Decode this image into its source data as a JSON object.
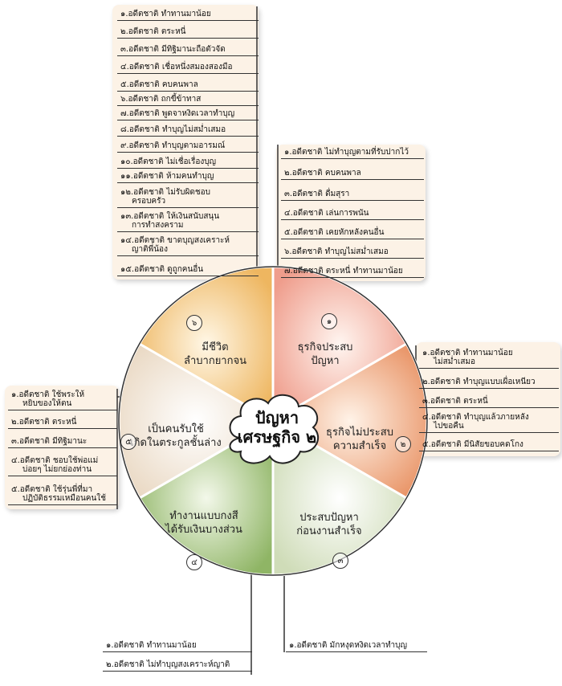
{
  "center_title": [
    "ปัญหา",
    "เศรษฐกิจ ๒"
  ],
  "colors": {
    "seg1": "#f0b4a8",
    "seg2": "#eea784",
    "seg3": "#e5ecd9",
    "seg4": "#a3c27c",
    "seg5": "#f5ede4",
    "seg6": "#f1c27e",
    "panel": "#fcf3e8",
    "line": "#333333"
  },
  "segments": [
    {
      "num": "๑",
      "label": [
        "ธุรกิจประสบ",
        "ปัญหา"
      ]
    },
    {
      "num": "๒",
      "label": [
        "ธุรกิจไม่ประสบ",
        "ความสำเร็จ"
      ]
    },
    {
      "num": "๓",
      "label": [
        "ประสบปัญหา",
        "ก่อนงานสำเร็จ"
      ]
    },
    {
      "num": "๔",
      "label": [
        "ทำงานแบบกงสี",
        "ได้รับเงินบางส่วน"
      ]
    },
    {
      "num": "๕",
      "label": [
        "เป็นคนรับใช้",
        "เกิดในตระกูลชั้นล่าง"
      ]
    },
    {
      "num": "๖",
      "label": [
        "มีชีวิต",
        "ลำบากยากจน"
      ]
    }
  ],
  "branches": {
    "top_left": [
      [
        "๑.อดีตชาติ ทำทานมาน้อย"
      ],
      [
        "๒.อดีตชาติ ตระหนี่"
      ],
      [
        "๓.อดีตชาติ มีทิฐิมานะถือตัวจัด"
      ],
      [
        "๔.อดีตชาติ เชื่อหนึ่งสมองสองมือ"
      ],
      [
        "๕.อดีตชาติ คบคนพาล"
      ],
      [
        "๖.อดีตชาติ ถกขี้ข้าทาส"
      ],
      [
        "๗.อดีตชาติ พูดจาหงิดเวลาทำบุญ"
      ],
      [
        "๘.อดีตชาติ ทำบุญไม่สม่ำเสมอ"
      ],
      [
        "๙.อดีตชาติ ทำบุญตามอารมณ์"
      ],
      [
        "๑๐.อดีตชาติ ไม่เชื่อเรื่องบุญ"
      ],
      [
        "๑๑.อดีตชาติ ห้ามคนทำบุญ"
      ],
      [
        "๑๒.อดีตชาติ ไม่รับผิดชอบ",
        "ครอบครัว"
      ],
      [
        "๑๓.อดีตชาติ ให้เงินสนับสนุน",
        "การทำสงคราม"
      ],
      [
        "๑๔.อดีตชาติ ขาดบุญสงเคราะห์",
        "ญาติพี่น้อง"
      ],
      [
        "๑๕.อดีตชาติ ดูถูกคนอื่น"
      ]
    ],
    "top_right": [
      [
        "๑.อดีตชาติ ไม่ทำบุญตามที่รับปากไว้"
      ],
      [
        "๒.อดีตชาติ คบคนพาล"
      ],
      [
        "๓.อดีตชาติ ดื่มสุรา"
      ],
      [
        "๔.อดีตชาติ เล่นการพนัน"
      ],
      [
        "๕.อดีตชาติ เคยหักหลังคนอื่น"
      ],
      [
        "๖.อดีตชาติ ทำบุญไม่สม่ำเสมอ"
      ],
      [
        "๗.อดีตชาติ ตระหนี่ ทำทานมาน้อย"
      ]
    ],
    "right": [
      [
        "๑.อดีตชาติ ทำทานมาน้อย",
        "ไม่สม่ำเสมอ"
      ],
      [
        "๒.อดีตชาติ ทำบุญแบบเผื่อเหนียว"
      ],
      [
        "๓.อดีตชาติ ตระหนี่"
      ],
      [
        "๔.อดีตชาติ ทำบุญแล้วภายหลัง",
        "ไปขอคืน"
      ],
      [
        "๕.อดีตชาติ มีนิสัยขอบคดโกง"
      ]
    ],
    "left": [
      [
        "๑.อดีตชาติ ใช้พระให้",
        "หยิบของให้ตน"
      ],
      [
        "๒.อดีตชาติ ตระหนี่"
      ],
      [
        "๓.อดีตชาติ มีทิฐิมานะ"
      ],
      [
        "๔.อดีตชาติ ชอบใช้พ่อแม่",
        "บ่อยๆ ไม่ยกย่องท่าน"
      ],
      [
        "๕.อดีตชาติ ใช้รุ่นพี่ที่มา",
        "ปฏิบัติธรรมเหมือนคนใช้"
      ]
    ],
    "bottom_left": [
      [
        "๑.อดีตชาติ ทำทานมาน้อย"
      ],
      [
        "๒.อดีตชาติ ไม่ทำบุญสงเคราะห์ญาติ"
      ]
    ],
    "bottom_right": [
      [
        "๑.อดีตชาติ มักหงุดหงิดเวลาทำบุญ"
      ]
    ]
  }
}
